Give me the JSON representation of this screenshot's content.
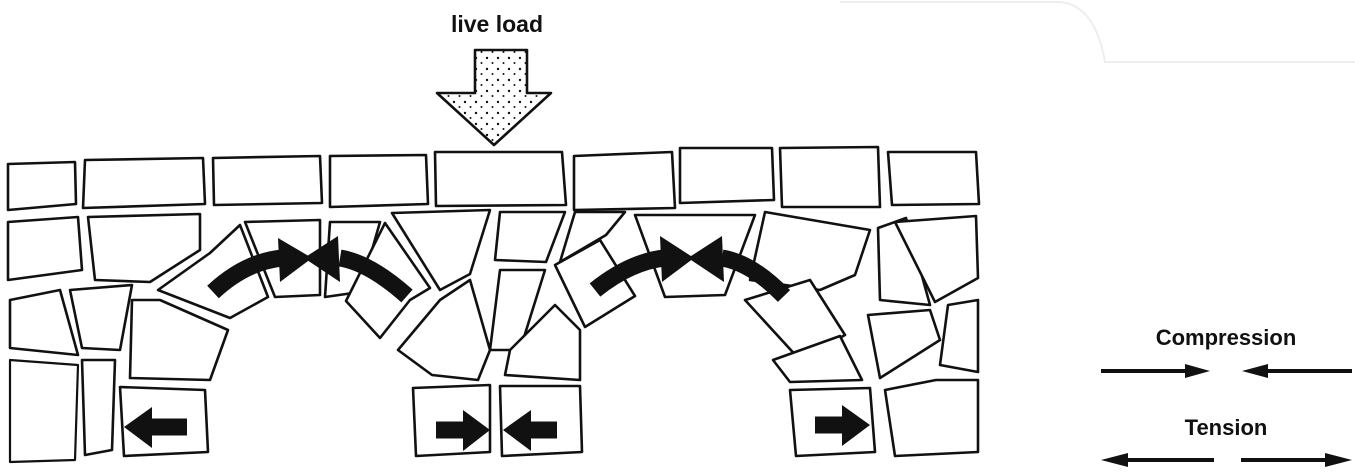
{
  "diagram": {
    "load_label": "live load",
    "legend": {
      "compression_label": "Compression",
      "tension_label": "Tension"
    },
    "colors": {
      "ink": "#111111",
      "background": "#ffffff"
    }
  }
}
